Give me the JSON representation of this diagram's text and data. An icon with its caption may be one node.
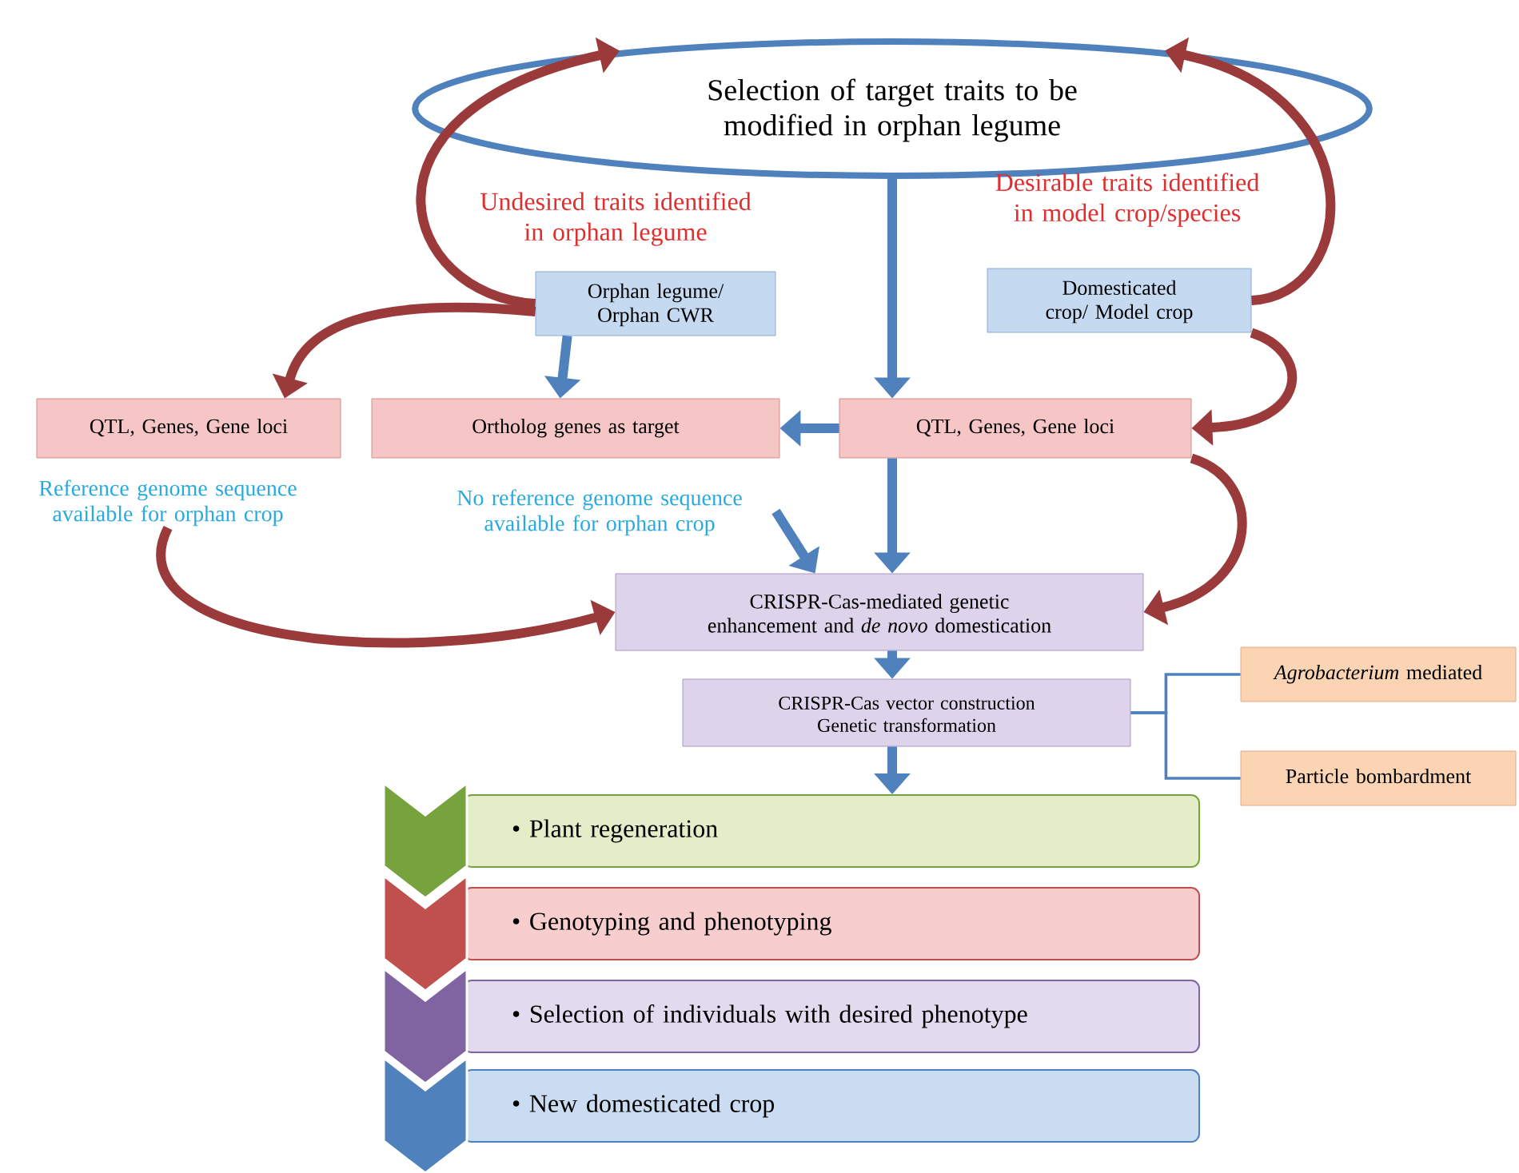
{
  "diagram": {
    "nodes": [
      {
        "text": [
          "Selection of target traits to be modified in orphan legume"
        ]
      },
      {
        "text": [
          "Orphan legume/ Orphan CWR"
        ]
      },
      {
        "text": [
          "Domesticated crop/ Model crop"
        ]
      },
      {
        "text": [
          "QTL, Genes, Gene loci"
        ]
      },
      {
        "text": [
          "Ortholog genes as target"
        ]
      },
      {
        "text": [
          "QTL, Genes, Gene loci"
        ]
      },
      {
        "text": [
          "CRISPR-Cas-mediated genetic enhancement and *de novo* domestication"
        ]
      },
      {
        "text": [
          "CRISPR-Cas vector construction Genetic transformation"
        ]
      },
      {
        "text": [
          "*Agrobacterium* mediated"
        ]
      },
      {
        "text": [
          "Particle bombardment"
        ]
      },
      {
        "text": [
          "• Plant regeneration"
        ]
      },
      {
        "text": [
          "• Genotyping and phenotyping"
        ]
      },
      {
        "text": [
          "• Selection of individuals with desired phenotype"
        ]
      },
      {
        "text": [
          "• New domesticated crop"
        ]
      },
      {
        "text": [
          "No reference genome sequence available for orphan crop"
        ]
      },
      {
        "text": [
          "Reference genome sequence available for orphan crop"
        ]
      }
    ],
    "edges": [
      {
        "from": 1,
        "to": 0,
        "arrow": "to",
        "color": "#9b3a3a"
      },
      {
        "from": 1,
        "to": 3,
        "arrow": "to",
        "color": "#9b3a3a"
      },
      {
        "from": 2,
        "to": 0,
        "arrow": "to",
        "color": "#9b3a3a"
      },
      {
        "from": 2,
        "to": 5,
        "arrow": "to",
        "color": "#9b3a3a"
      },
      {
        "from": 0,
        "to": 5,
        "arrow": "to"
      },
      {
        "from": 1,
        "to": 4,
        "arrow": "to"
      },
      {
        "from": 5,
        "to": 4,
        "arrow": "to"
      },
      {
        "from": 5,
        "to": 6,
        "arrow": "to"
      },
      {
        "from": 5,
        "to": 6,
        "arrow": "to",
        "color": "#9b3a3a"
      },
      {
        "from": 14,
        "to": 6,
        "arrow": "to"
      },
      {
        "from": 15,
        "to": 6,
        "arrow": "to",
        "color": "#9b3a3a"
      },
      {
        "from": 6,
        "to": 7,
        "arrow": "to"
      },
      {
        "from": 7,
        "to": 8,
        "arrow": "none"
      },
      {
        "from": 7,
        "to": 9,
        "arrow": "none"
      },
      {
        "from": 7,
        "to": 10,
        "arrow": "to"
      }
    ],
    "labels": [
      "Undesired traits identified in orphan legume",
      "Desirable traits identified in model crop/species"
    ]
  }
}
